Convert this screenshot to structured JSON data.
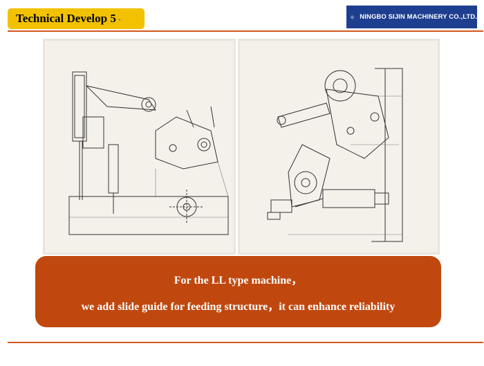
{
  "header": {
    "title": "Technical Develop 5",
    "title_marker": "•",
    "company": "NINGBO SIJIN MACHINERY CO.,LTD."
  },
  "caption": {
    "line1": "For the LL type machine，",
    "line2": "we add slide guide for feeding structure，it can enhance reliability"
  },
  "colors": {
    "title_tab": "#f2c200",
    "accent_rule": "#d2571b",
    "caption_bg": "#c0480f",
    "logo_bg": "#1e3f8f"
  },
  "icons": {
    "logo": "sijin-logo-mark"
  }
}
